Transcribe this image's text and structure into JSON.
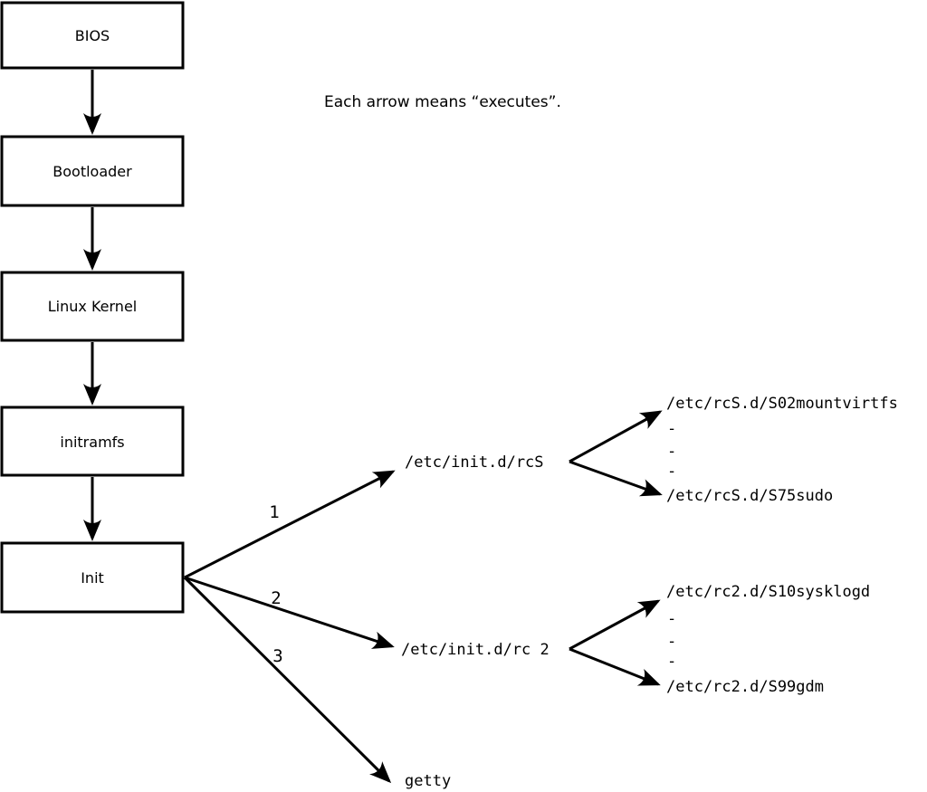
{
  "diagram": {
    "annotation": "Each arrow means “executes”.",
    "colors": {
      "line": "#000000",
      "background": "#ffffff"
    },
    "boxes": [
      {
        "label": "BIOS"
      },
      {
        "label": "Bootloader"
      },
      {
        "label": "Linux Kernel"
      },
      {
        "label": "initramfs"
      },
      {
        "label": "Init"
      }
    ],
    "fan": [
      {
        "num": "1",
        "target": "/etc/init.d/rcS"
      },
      {
        "num": "2",
        "target": "/etc/init.d/rc 2"
      },
      {
        "num": "3",
        "target": "getty"
      }
    ],
    "rcS_children": [
      "/etc/rcS.d/S02mountvirtfs",
      "-",
      "-",
      "-",
      "/etc/rcS.d/S75sudo"
    ],
    "rc2_children": [
      "/etc/rc2.d/S10sysklogd",
      "-",
      "-",
      "-",
      "/etc/rc2.d/S99gdm"
    ]
  }
}
